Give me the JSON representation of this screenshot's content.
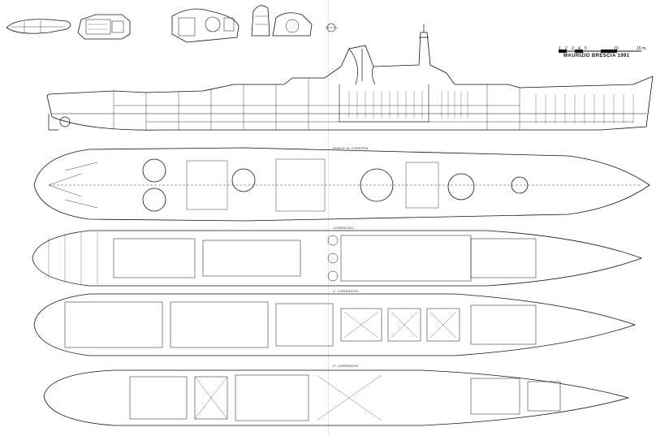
{
  "drawing": {
    "credit": "MAURIZIO BRESCIA 1991",
    "scale_labels": [
      "1",
      "2",
      "3",
      "4",
      "5",
      "10",
      "15 m."
    ],
    "deck_labels": [
      "PONTE DI COPERTA",
      "CORRIDOIO",
      "1° CORRIDOIO",
      "2° CORRIDOIO"
    ]
  },
  "colors": {
    "ink": "#111111",
    "paper": "#ffffff",
    "hatch": "#555555"
  }
}
